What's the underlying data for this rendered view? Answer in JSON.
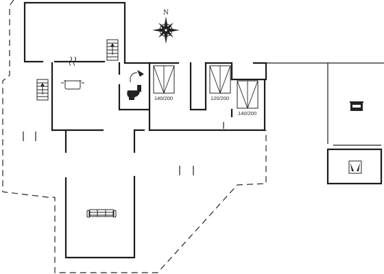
{
  "compass": {
    "north_label": "N",
    "icon": "compass-rose-icon"
  },
  "bedrooms": [
    {
      "id": "bedroom-1",
      "bed_size": "140/200"
    },
    {
      "id": "bedroom-2",
      "bed_size": "120/200"
    },
    {
      "id": "bedroom-3",
      "bed_size": "140/200"
    }
  ],
  "icons": {
    "stairs_upper": "stairs-icon",
    "stairs_left": "stairs-icon",
    "kitchen": "cooking-pot-icon",
    "bathroom": "shower-toilet-icon",
    "living_room": "sofa-icon",
    "annex": "bed-icon",
    "annex_bath": "shower-icon"
  }
}
